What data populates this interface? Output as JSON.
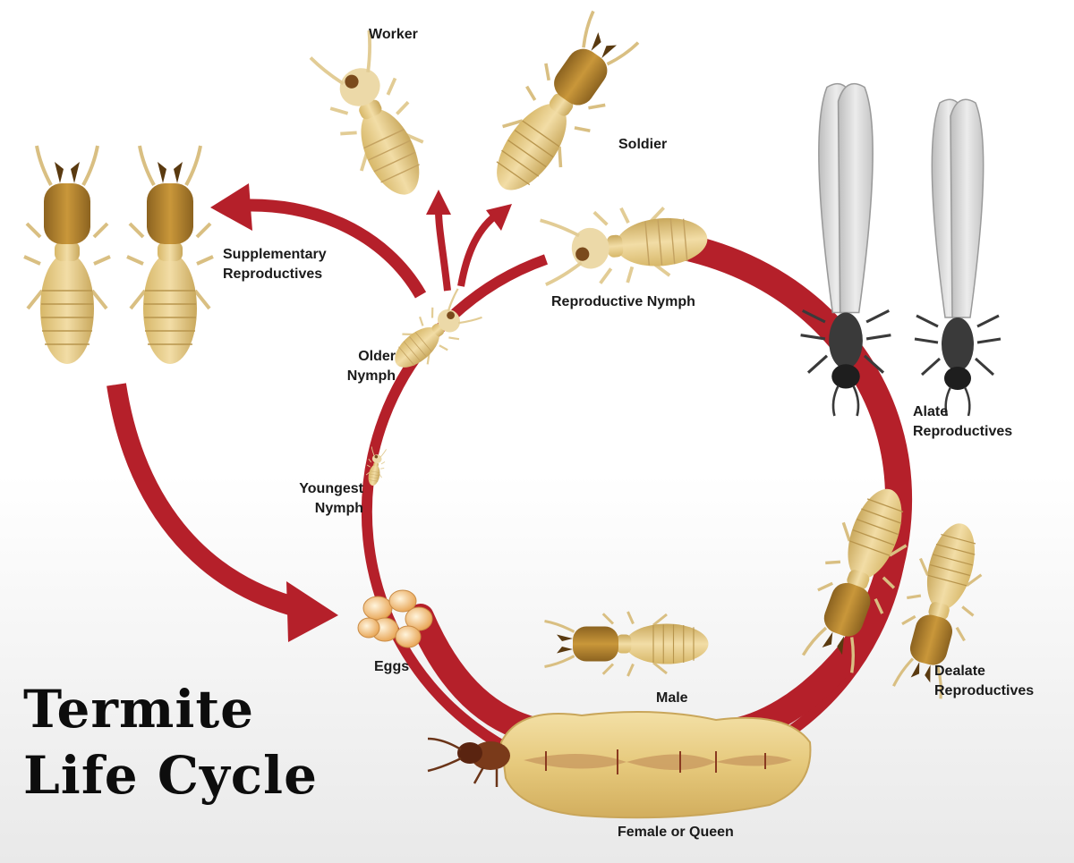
{
  "title_line1": "Termite",
  "title_line2": "Life Cycle",
  "labels": {
    "worker": "Worker",
    "soldier": "Soldier",
    "supplementary_line1": "Supplementary",
    "supplementary_line2": "Reproductives",
    "reproductive_nymph": "Reproductive Nymph",
    "older_nymph_line1": "Older",
    "older_nymph_line2": "Nymph",
    "youngest_nymph_line1": "Youngest",
    "youngest_nymph_line2": "Nymph",
    "alate_line1": "Alate",
    "alate_line2": "Reproductives",
    "dealate_line1": "Dealate",
    "dealate_line2": "Reproductives",
    "eggs": "Eggs",
    "male": "Male",
    "queen": "Female or Queen"
  },
  "colors": {
    "cycle_red": "#b5202a",
    "body_tan": "#e9d08f",
    "head_amber": "#b98a32",
    "alate_dark": "#2b2b2b",
    "wing_gray": "#d4d4d4"
  }
}
